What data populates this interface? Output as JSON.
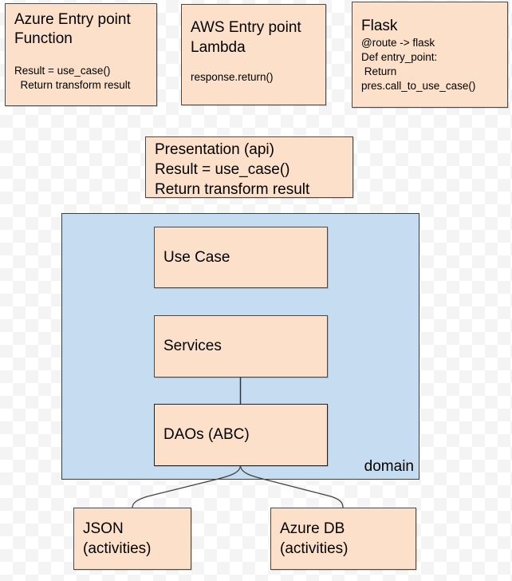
{
  "entry_points": [
    {
      "title_lines": [
        "Azure Entry point",
        "Function"
      ],
      "body_lines": [
        "Result = use_case()",
        "  Return transform result"
      ]
    },
    {
      "title_lines": [
        "AWS Entry point",
        "Lambda"
      ],
      "body_lines": [
        "response.return()"
      ]
    },
    {
      "title_lines": [
        "Flask"
      ],
      "body_lines": [
        "@route -> flask",
        "Def entry_point:",
        " Return",
        "pres.call_to_use_case()"
      ]
    }
  ],
  "presentation": {
    "lines": [
      "Presentation (api)",
      "Result = use_case()",
      "Return transform result"
    ]
  },
  "domain": {
    "label": "domain",
    "layers": [
      "Use Case",
      "Services",
      "DAOs (ABC)"
    ]
  },
  "data_sources": [
    {
      "lines": [
        "JSON",
        "(activities)"
      ]
    },
    {
      "lines": [
        "Azure DB",
        "(activities)"
      ]
    }
  ],
  "colors": {
    "box_fill": "#fce0c9",
    "domain_fill": "#c6dcf0",
    "border": "#4a4a4a"
  }
}
